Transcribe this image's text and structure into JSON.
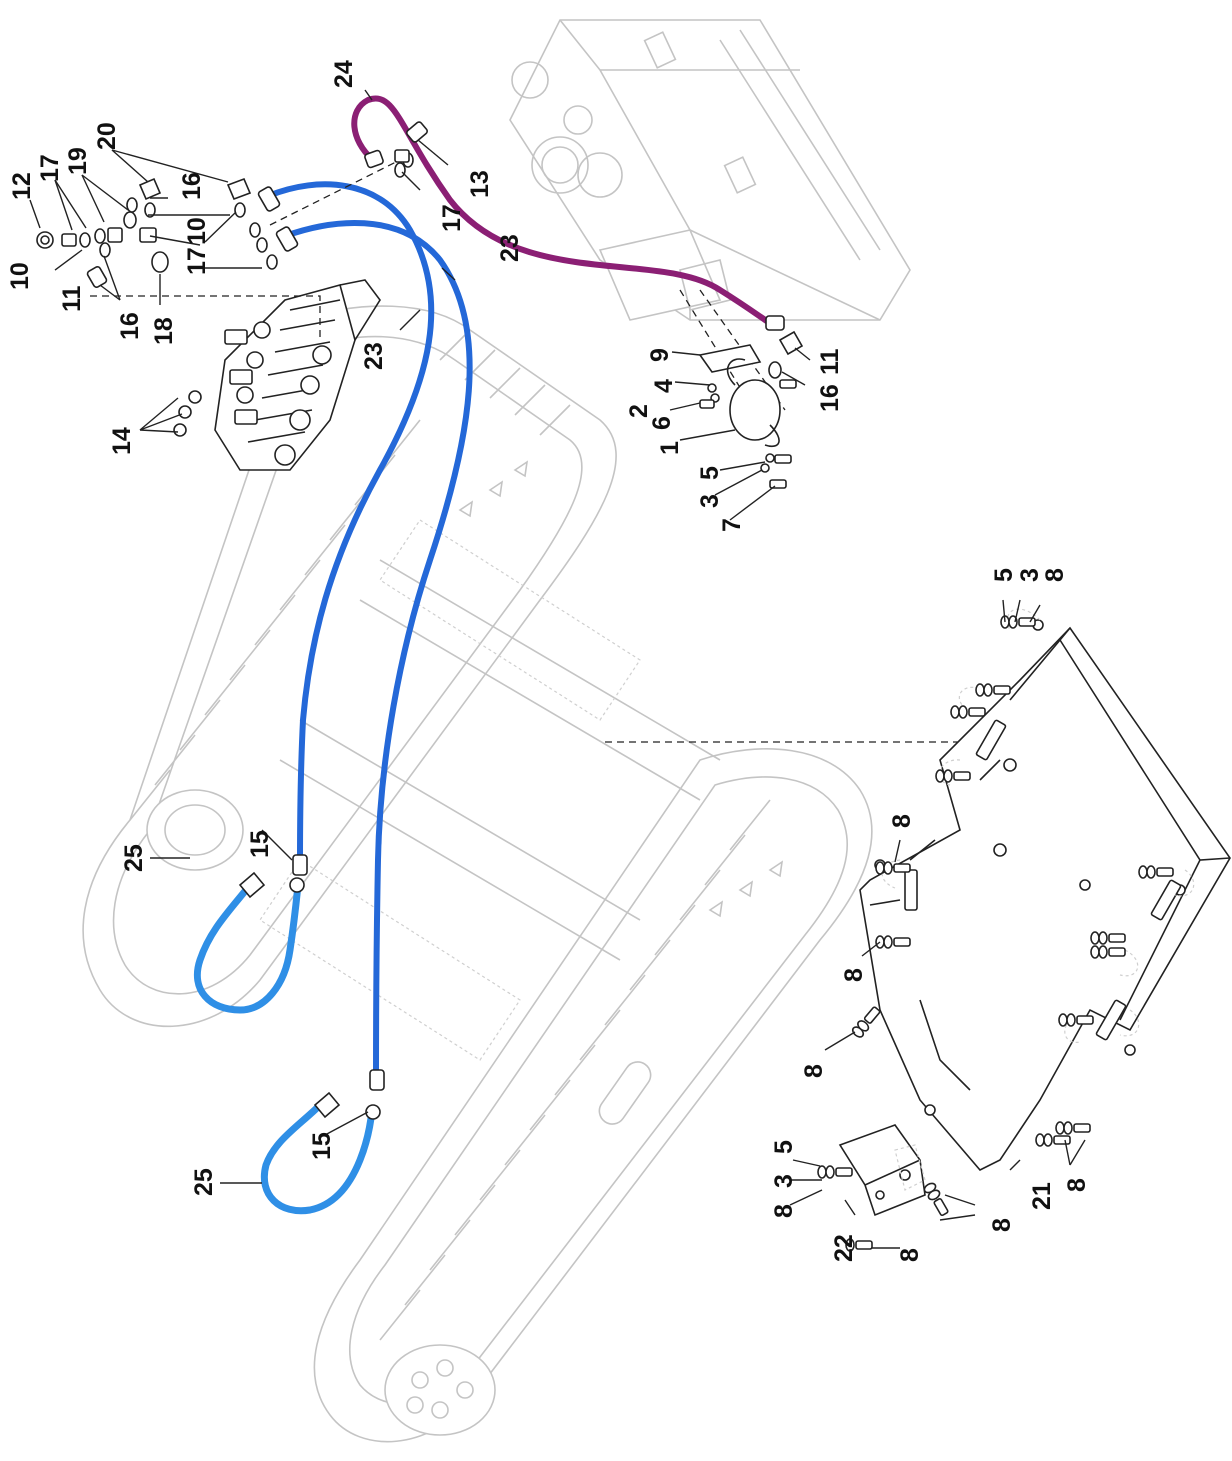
{
  "colors": {
    "hose_blue": "#2468d8",
    "hose_light_blue": "#2f8fe6",
    "hose_purple": "#8b1f74",
    "line_dark": "#222222",
    "line_ghost": "#c4c4c4"
  },
  "callouts": [
    {
      "id": "c12",
      "text": "12"
    },
    {
      "id": "c17a",
      "text": "17"
    },
    {
      "id": "c19",
      "text": "19"
    },
    {
      "id": "c20",
      "text": "20"
    },
    {
      "id": "c16a",
      "text": "16"
    },
    {
      "id": "c10a",
      "text": "10"
    },
    {
      "id": "c17b",
      "text": "17"
    },
    {
      "id": "c10b",
      "text": "10"
    },
    {
      "id": "c11a",
      "text": "11"
    },
    {
      "id": "c16b",
      "text": "16"
    },
    {
      "id": "c18",
      "text": "18"
    },
    {
      "id": "c24",
      "text": "24"
    },
    {
      "id": "c13",
      "text": "13"
    },
    {
      "id": "c17c",
      "text": "17"
    },
    {
      "id": "c23a",
      "text": "23"
    },
    {
      "id": "c23b",
      "text": "23"
    },
    {
      "id": "c14",
      "text": "14"
    },
    {
      "id": "c9",
      "text": "9"
    },
    {
      "id": "c4",
      "text": "4"
    },
    {
      "id": "c2",
      "text": "2"
    },
    {
      "id": "c6",
      "text": "6"
    },
    {
      "id": "c1",
      "text": "1"
    },
    {
      "id": "c5a",
      "text": "5"
    },
    {
      "id": "c3a",
      "text": "3"
    },
    {
      "id": "c7",
      "text": "7"
    },
    {
      "id": "c11b",
      "text": "11"
    },
    {
      "id": "c16c",
      "text": "16"
    },
    {
      "id": "c5b",
      "text": "5"
    },
    {
      "id": "c3b",
      "text": "3"
    },
    {
      "id": "c8a",
      "text": "8"
    },
    {
      "id": "c8b",
      "text": "8"
    },
    {
      "id": "c8c",
      "text": "8"
    },
    {
      "id": "c8d",
      "text": "8"
    },
    {
      "id": "c25a",
      "text": "25"
    },
    {
      "id": "c15a",
      "text": "15"
    },
    {
      "id": "c15b",
      "text": "15"
    },
    {
      "id": "c25b",
      "text": "25"
    },
    {
      "id": "c5c",
      "text": "5"
    },
    {
      "id": "c3c",
      "text": "3"
    },
    {
      "id": "c8e",
      "text": "8"
    },
    {
      "id": "c22",
      "text": "22"
    },
    {
      "id": "c8f",
      "text": "8"
    },
    {
      "id": "c8g",
      "text": "8"
    },
    {
      "id": "c21",
      "text": "21"
    },
    {
      "id": "c8h",
      "text": "8"
    }
  ]
}
